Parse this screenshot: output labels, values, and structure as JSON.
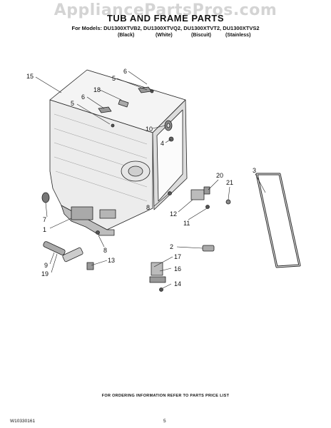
{
  "watermark": "AppliancePartsPros.com",
  "title": "TUB AND FRAME PARTS",
  "models_line": "For Models: DU1300XTVB2, DU1300XTVQ2, DU1300XTVT2, DU1300XTVS2",
  "colors": [
    "(Black)",
    "(White)",
    "(Biscuit)",
    "(Stainless)"
  ],
  "callouts": [
    "15",
    "6",
    "5",
    "18",
    "6",
    "5",
    "10",
    "4",
    "3",
    "20",
    "21",
    "8",
    "12",
    "11",
    "7",
    "1",
    "8",
    "13",
    "2",
    "17",
    "16",
    "9",
    "19",
    "14"
  ],
  "footer": "FOR ORDERING INFORMATION REFER TO PARTS PRICE LIST",
  "doc_number": "W10330161",
  "page_number": "5"
}
